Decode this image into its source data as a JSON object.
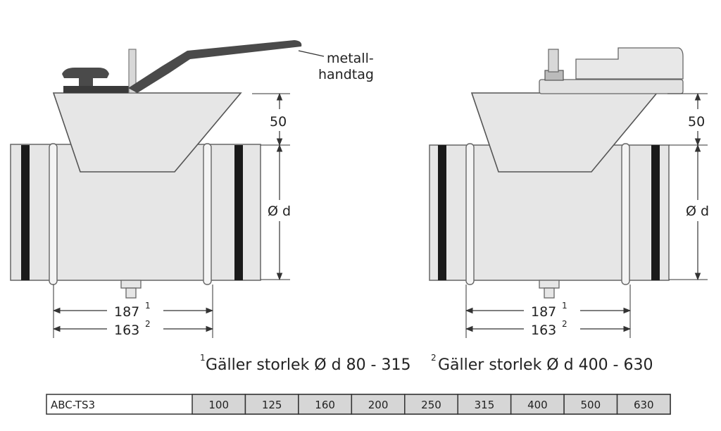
{
  "callout": {
    "line1": "metall-",
    "line2": "handtag"
  },
  "left_view": {
    "height_label": "50",
    "diameter_label": "Ø d",
    "length1_value": "187",
    "length1_sup": "1",
    "length2_value": "163",
    "length2_sup": "2"
  },
  "right_view": {
    "height_label": "50",
    "diameter_label": "Ø d",
    "length1_value": "187",
    "length1_sup": "1",
    "length2_value": "163",
    "length2_sup": "2"
  },
  "notes": [
    {
      "sup": "1",
      "text": "Gäller storlek Ø d 80 - 315"
    },
    {
      "sup": "2",
      "text": "Gäller storlek Ø d 400 - 630"
    }
  ],
  "size_table": {
    "model": "ABC-TS3",
    "sizes": [
      "100",
      "125",
      "160",
      "200",
      "250",
      "315",
      "400",
      "500",
      "630"
    ]
  },
  "colors": {
    "body_fill": "#e6e6e6",
    "outline": "#555555",
    "gasket": "#1a1a1a",
    "table_fill": "#d6d6d6"
  }
}
